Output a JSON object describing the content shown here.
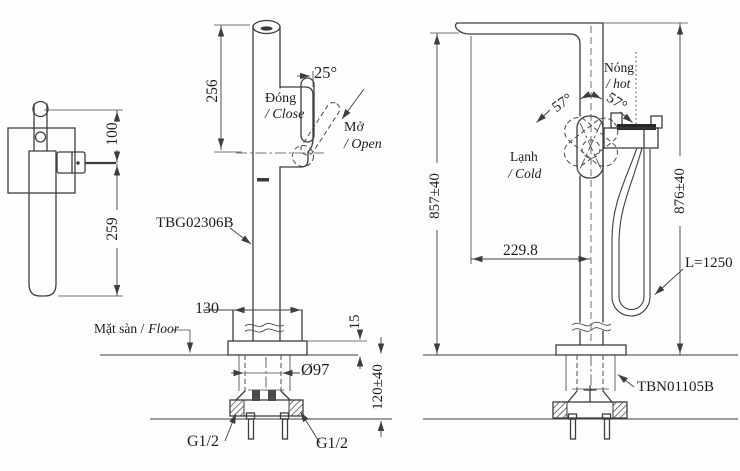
{
  "drawing": {
    "title_models": [
      "TBG02306B",
      "TBN01105B"
    ],
    "colors": {
      "background": "#fefefe",
      "line": "#3e3e3e",
      "text": "#1c1c1c"
    },
    "left_view": {
      "dim_top": "100",
      "dim_bottom": "259"
    },
    "middle_view": {
      "model_label": "TBG02306B",
      "dim_spout_height": "256",
      "handle_angle": "25°",
      "closed_vi": "Đóng",
      "closed_en": "/ Close",
      "open_vi": "Mở",
      "open_en": "/ Open",
      "dim_base_width": "130",
      "floor_vi": "Mặt sàn /",
      "floor_en": "Floor",
      "dim_plate_height": "15",
      "dim_hole_diameter": "Ø97",
      "dim_below_floor": "120±40",
      "thread_left": "G1/2",
      "thread_right": "G1/2"
    },
    "right_view": {
      "model_label": "TBN01105B",
      "dim_outlet_height": "857±40",
      "dim_total_height": "876±40",
      "angle_left": "57°",
      "angle_right": "57°",
      "hot_vi": "Nóng",
      "hot_en": "/ hot",
      "cold_vi": "Lạnh",
      "cold_en": "/ Cold",
      "dim_spout_reach": "229.8",
      "hose_length": "L=1250"
    }
  }
}
